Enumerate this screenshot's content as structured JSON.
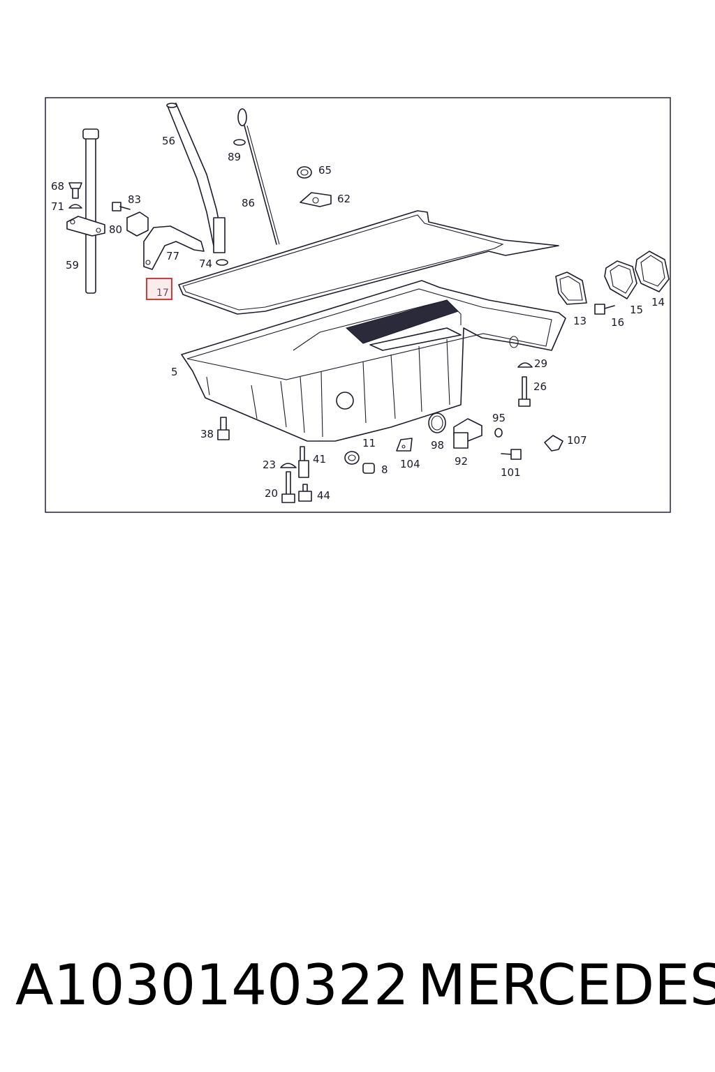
{
  "diagram": {
    "highlighted_part": "17",
    "labels": [
      {
        "id": "56",
        "text": "56"
      },
      {
        "id": "89",
        "text": "89"
      },
      {
        "id": "65",
        "text": "65"
      },
      {
        "id": "68",
        "text": "68"
      },
      {
        "id": "83",
        "text": "83"
      },
      {
        "id": "86",
        "text": "86"
      },
      {
        "id": "62",
        "text": "62"
      },
      {
        "id": "71",
        "text": "71"
      },
      {
        "id": "80",
        "text": "80"
      },
      {
        "id": "77",
        "text": "77"
      },
      {
        "id": "59",
        "text": "59"
      },
      {
        "id": "74",
        "text": "74"
      },
      {
        "id": "17",
        "text": "17"
      },
      {
        "id": "13",
        "text": "13"
      },
      {
        "id": "16",
        "text": "16"
      },
      {
        "id": "15",
        "text": "15"
      },
      {
        "id": "14",
        "text": "14"
      },
      {
        "id": "5",
        "text": "5"
      },
      {
        "id": "29",
        "text": "29"
      },
      {
        "id": "26",
        "text": "26"
      },
      {
        "id": "95",
        "text": "95"
      },
      {
        "id": "38",
        "text": "38"
      },
      {
        "id": "11",
        "text": "11"
      },
      {
        "id": "98",
        "text": "98"
      },
      {
        "id": "107",
        "text": "107"
      },
      {
        "id": "41",
        "text": "41"
      },
      {
        "id": "104",
        "text": "104"
      },
      {
        "id": "92",
        "text": "92"
      },
      {
        "id": "23",
        "text": "23"
      },
      {
        "id": "8",
        "text": "8"
      },
      {
        "id": "101",
        "text": "101"
      },
      {
        "id": "20",
        "text": "20"
      },
      {
        "id": "44",
        "text": "44"
      }
    ]
  },
  "caption": {
    "part_code": "A1030140322",
    "brand": "MERCEDES"
  }
}
